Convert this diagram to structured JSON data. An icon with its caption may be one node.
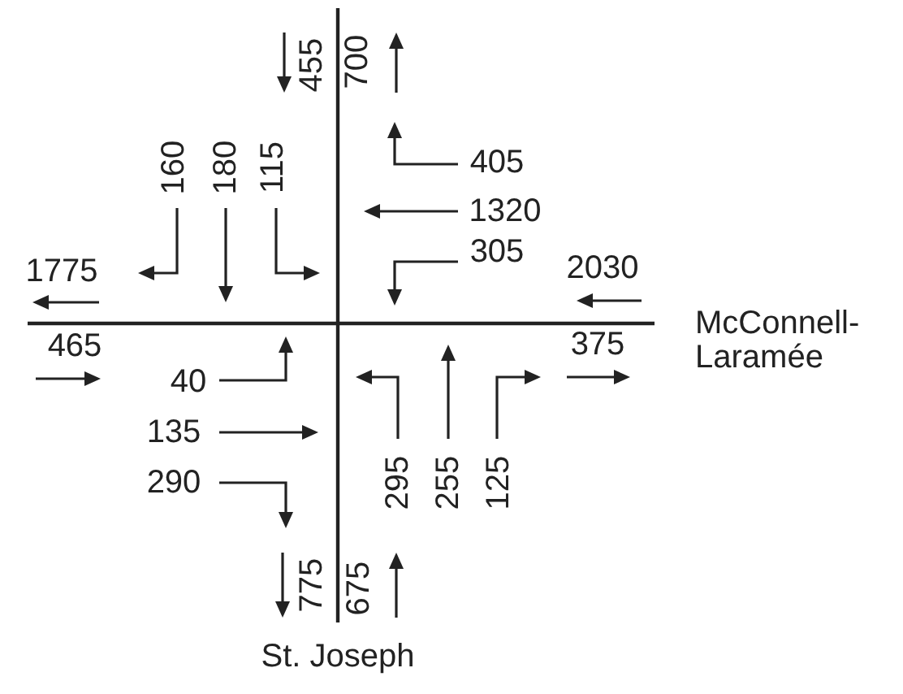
{
  "diagram": {
    "labels": [
      "455",
      "700",
      "160",
      "180",
      "115",
      "405",
      "1320",
      "1775",
      "305",
      "2030",
      "465",
      "375",
      "McConnell-Laramée",
      "40",
      "135",
      "290",
      "295",
      "255",
      "125",
      "775",
      "675",
      "St. Joseph"
    ]
  }
}
